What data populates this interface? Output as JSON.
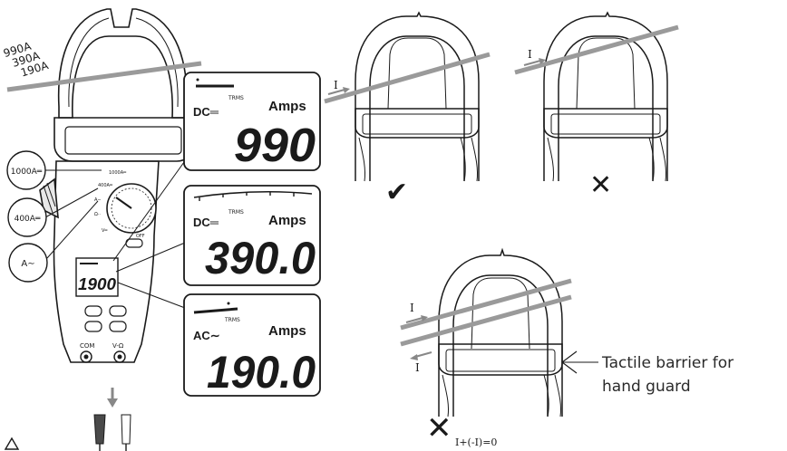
{
  "meter": {
    "range_labels": [
      "990A",
      "390A",
      "190A"
    ],
    "callouts": {
      "c1000": "1000A═",
      "c400": "400A═",
      "cac": "A∼"
    },
    "dial": {
      "d1000": "1000A═",
      "d400": "400A═",
      "dac": "A∼",
      "dohm": "Ω··",
      "dv": "V═"
    },
    "off_label": "OFF",
    "small_lcd_value": "1900",
    "jacks": {
      "com": "COM",
      "vohm": "V-Ω"
    }
  },
  "displays": [
    {
      "mode": "DC═",
      "unit": "Amps",
      "trms": "TRMS",
      "value": "990"
    },
    {
      "mode": "DC═",
      "unit": "Amps",
      "trms": "TRMS",
      "value": "390.0"
    },
    {
      "mode": "AC∼",
      "unit": "Amps",
      "trms": "TRMS",
      "value": "190.0"
    }
  ],
  "jaws": {
    "current_symbol": "I",
    "correct_mark": "✔",
    "wrong_mark": "✕",
    "formula": "I+(-I)=0"
  },
  "annotation": {
    "line1": "Tactile barrier for",
    "line2": "hand guard"
  }
}
